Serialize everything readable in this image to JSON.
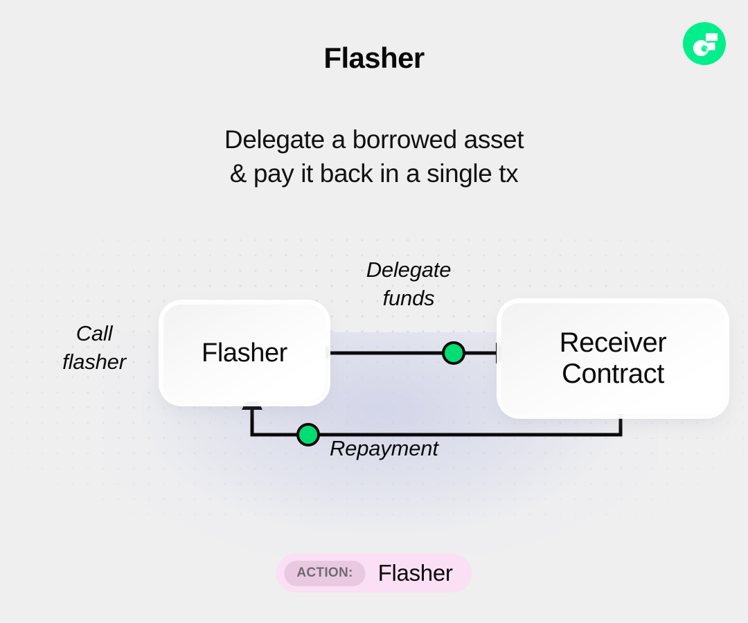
{
  "page": {
    "background_color": "#EFEFEF",
    "title": "Flasher",
    "subtitle": "Delegate a borrowed asset\n& pay it back in a single tx"
  },
  "logo": {
    "name": "flow-logo",
    "circle_color": "#00EF8B",
    "mark_color": "#FFFFFF",
    "accent_color": "#16FF99"
  },
  "diagram": {
    "type": "flow-diagram",
    "nodes": [
      {
        "id": "flasher",
        "label": "Flasher",
        "fill": "#FFFFFF"
      },
      {
        "id": "receiver",
        "label": "Receiver\nContract",
        "fill": "#FFFFFF"
      }
    ],
    "labels": {
      "call": "Call\nflasher",
      "delegate": "Delegate\nfunds",
      "repayment": "Repayment"
    },
    "edges": [
      {
        "id": "delegate-funds",
        "from": "flasher",
        "to": "receiver",
        "label": "Delegate funds",
        "marker": "green-node"
      },
      {
        "id": "repayment",
        "from": "receiver",
        "to": "flasher",
        "label": "Repayment",
        "marker": "green-node"
      }
    ],
    "colors": {
      "edge": "#0A0A0A",
      "node_dot": "#0A0A0A",
      "green_node": "#00DE73",
      "dot_grid": "#DCDCDF",
      "glow": "#CED1E8"
    }
  },
  "action": {
    "tag_label": "ACTION:",
    "value": "Flasher",
    "pill_color": "#FBDFF4",
    "tag_color": "#E9C9E2"
  }
}
